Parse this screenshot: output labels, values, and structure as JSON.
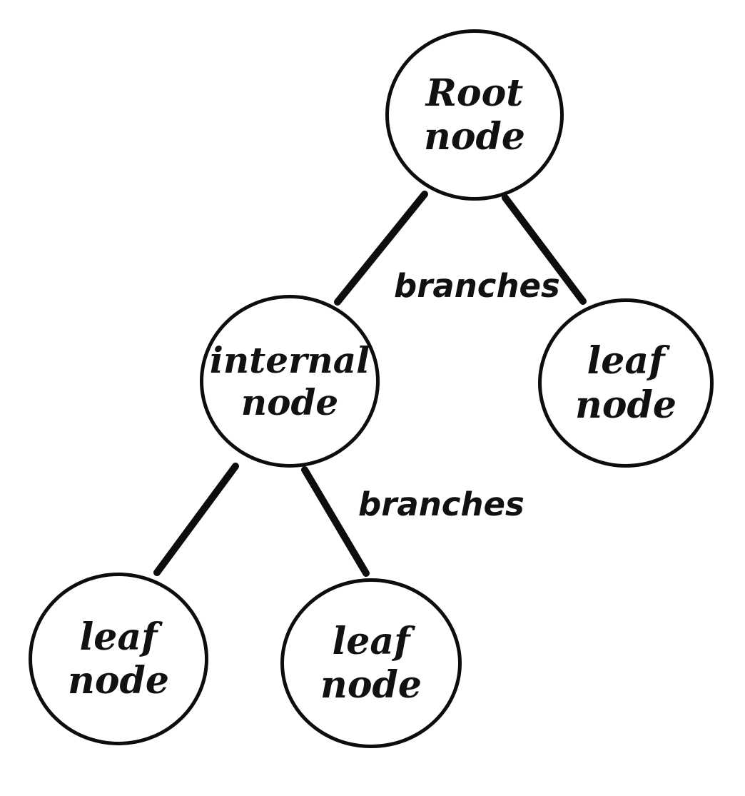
{
  "diagram": {
    "type": "tree",
    "nodes": [
      {
        "id": "root",
        "label": "Root node",
        "line1": "Root",
        "line2": "node"
      },
      {
        "id": "internal",
        "label": "internal node",
        "line1": "internal",
        "line2": "node"
      },
      {
        "id": "leaf-right",
        "label": "leaf node",
        "line1": "leaf",
        "line2": "node"
      },
      {
        "id": "leaf-left",
        "label": "leaf node",
        "line1": "leaf",
        "line2": "node"
      },
      {
        "id": "leaf-middle",
        "label": "leaf node",
        "line1": "leaf",
        "line2": "node"
      }
    ],
    "edges": [
      {
        "from": "root",
        "to": "internal"
      },
      {
        "from": "root",
        "to": "leaf-right"
      },
      {
        "from": "internal",
        "to": "leaf-left"
      },
      {
        "from": "internal",
        "to": "leaf-middle"
      }
    ],
    "edge_labels": [
      {
        "text": "branches"
      },
      {
        "text": "branches"
      }
    ],
    "colors": {
      "stroke": "#0d0d0d",
      "text": "#111111",
      "background": "#ffffff"
    }
  }
}
